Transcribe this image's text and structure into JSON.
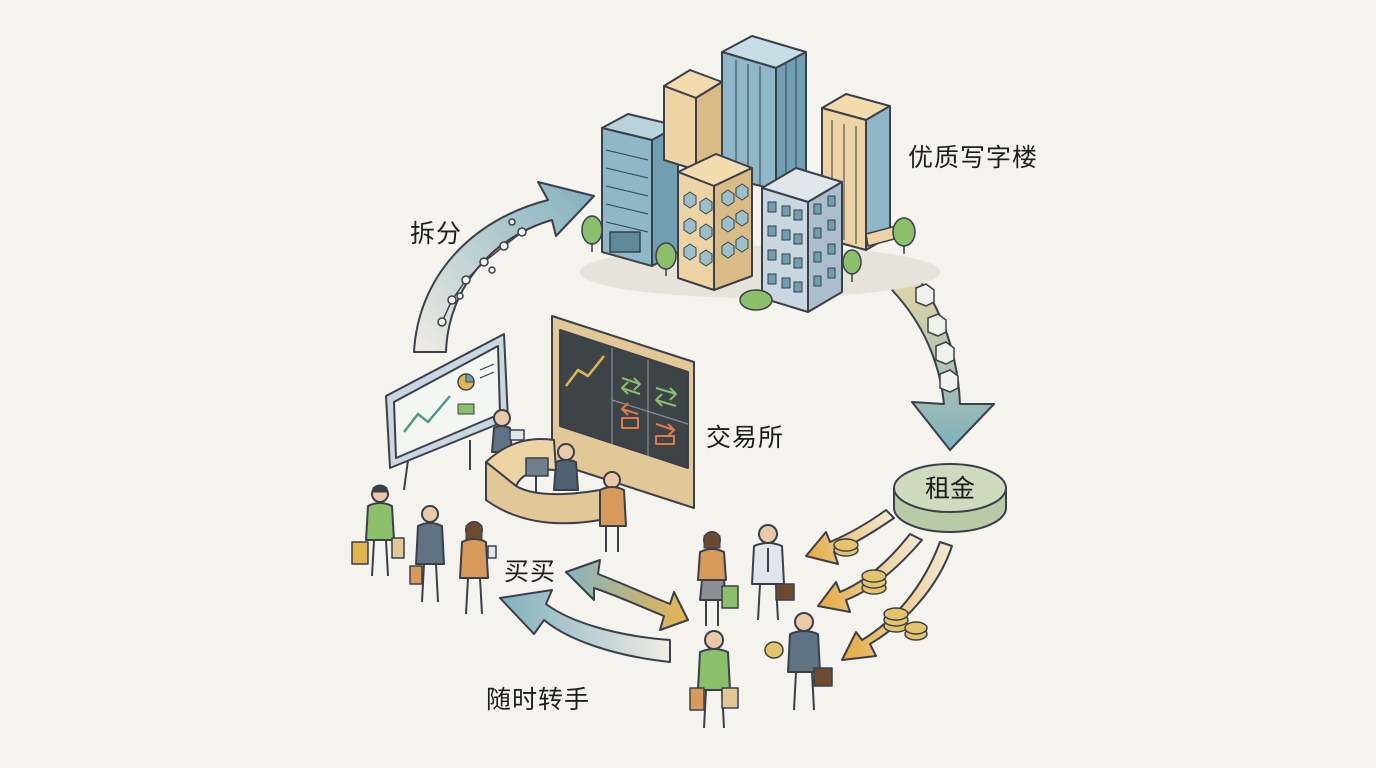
{
  "labels": {
    "office_buildings": "优质写字楼",
    "split": "拆分",
    "exchange": "交易所",
    "rent": "租金",
    "buy_sell": "买买",
    "transfer_anytime": "随时转手"
  },
  "colors": {
    "background": "#f5f3ee",
    "outline": "#3a3f4a",
    "arrow_teal": "#8fb8c2",
    "arrow_gold": "#e3b54f",
    "coin": "#e4c36a",
    "rent_disc": "#cfdbbf",
    "building_blue": "#8eb7c7",
    "building_tan": "#ecd4a5",
    "building_grey": "#c9d7e0",
    "tree": "#8bbf6a",
    "screen_dark": "#3d4447",
    "desk": "#e2c797"
  },
  "icons": {
    "split_arrow_decoration": "molecule-link-icon",
    "rent_arrow_decoration": "hexagon-share-icon"
  }
}
